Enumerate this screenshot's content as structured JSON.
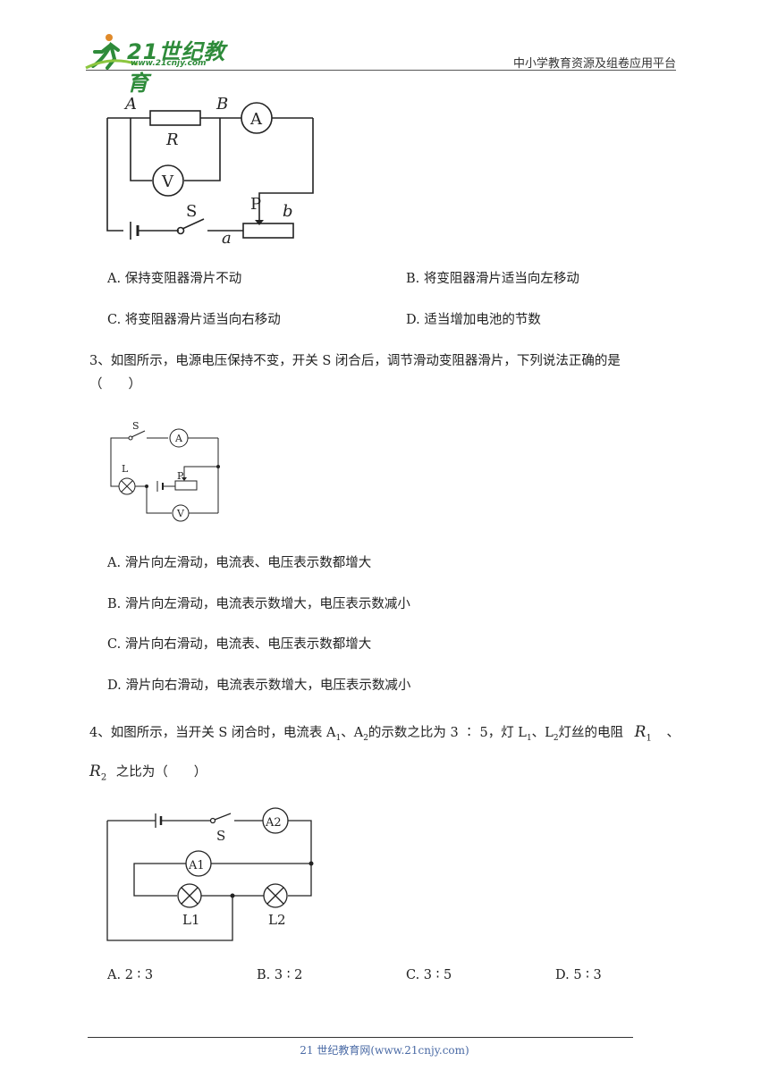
{
  "header": {
    "logo_main": "21世纪教育",
    "logo_url": "www.21cnjy.com",
    "platform": "中小学教育资源及组卷应用平台"
  },
  "figure2": {
    "labels": [
      "A",
      "B",
      "R",
      "A",
      "V",
      "S",
      "P",
      "a",
      "b"
    ]
  },
  "q2_options": {
    "A": "A. 保持变阻器滑片不动",
    "B": "B. 将变阻器滑片适当向左移动",
    "C": "C. 将变阻器滑片适当向右移动",
    "D": "D. 适当增加电池的节数"
  },
  "q3": {
    "stem": "3、如图所示，电源电压保持不变，开关 S 闭合后，调节滑动变阻器滑片，下列说法正确的是",
    "paren": "（　　）",
    "figure_labels": [
      "S",
      "A",
      "L",
      "P",
      "V"
    ],
    "options": {
      "A": "A. 滑片向左滑动，电流表、电压表示数都增大",
      "B": "B. 滑片向左滑动，电流表示数增大，电压表示数减小",
      "C": "C. 滑片向右滑动，电流表、电压表示数都增大",
      "D": "D. 滑片向右滑动，电流表示数增大，电压表示数减小"
    }
  },
  "q4": {
    "stem_a": "4、如图所示，当开关 S 闭合时，电流表 A",
    "sub1": "1",
    "stem_b": "、A",
    "sub2": "2",
    "stem_c": "的示数之比为 3 ∶ 5，灯 L",
    "sub3": "1",
    "stem_d": "、L",
    "sub4": "2",
    "stem_e": "灯丝的电阻",
    "r1": "R",
    "r1_sub": "1",
    "after_r1": "、",
    "r2": "R",
    "r2_sub": "2",
    "stem_f": "之比为（　　）",
    "figure_labels": [
      "S",
      "A2",
      "A1",
      "L1",
      "L2"
    ],
    "options": {
      "A": "A. 2 ∶ 3",
      "B": "B. 3 ∶ 2",
      "C": "C. 3 ∶ 5",
      "D": "D. 5 ∶ 3"
    }
  },
  "footer": {
    "text": "21 世纪教育网(www.21cnjy.com)"
  }
}
